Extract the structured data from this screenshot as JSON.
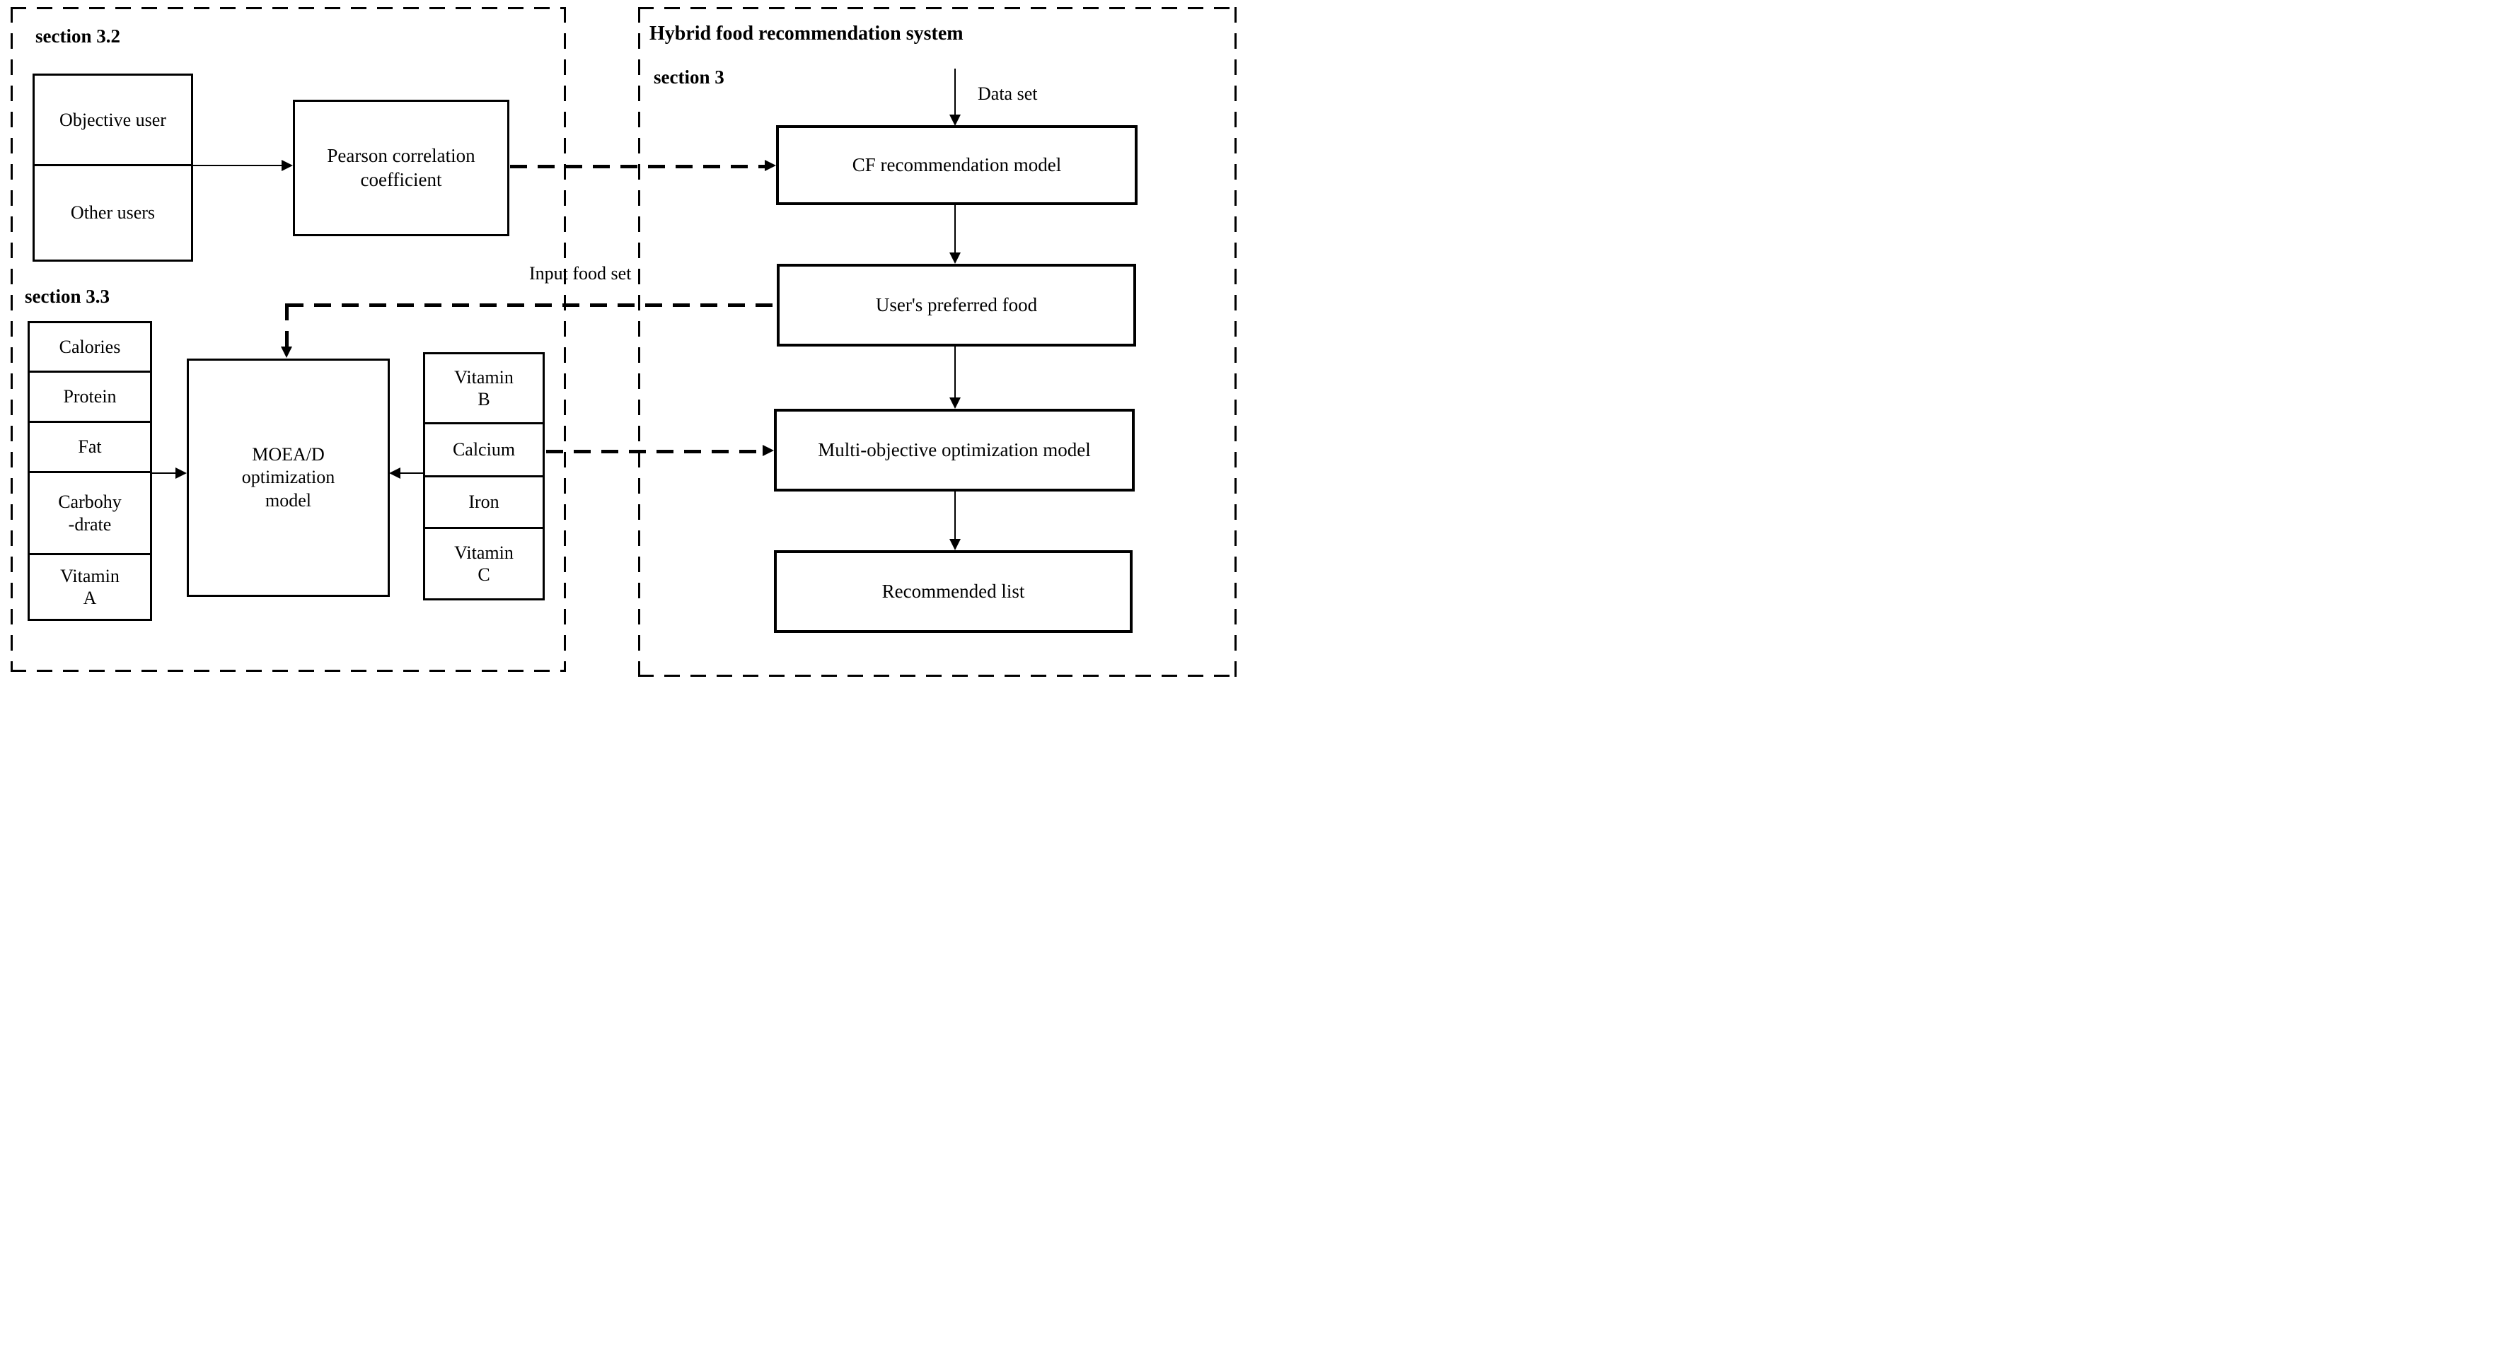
{
  "figure": {
    "left_panel": {
      "section_label_top": "section 3.2",
      "section_label_bottom": "section 3.3",
      "user_stack": {
        "top": "Objective user",
        "bottom": "Other users"
      },
      "pearson_box": "Pearson correlation\ncoefficient",
      "nutrients_left": [
        "Calories",
        "Protein",
        "Fat",
        "Carbohy\n-drate",
        "Vitamin\nA"
      ],
      "moead_box": "MOEA/D\noptimization\nmodel",
      "nutrients_right": [
        "Vitamin\nB",
        "Calcium",
        "Iron",
        "Vitamin\nC"
      ]
    },
    "right_panel": {
      "title": "Hybrid food recommendation system",
      "section_label": "section 3",
      "data_set_label": "Data set",
      "cf_box": "CF recommendation model",
      "preferred_box": "User's preferred food",
      "multi_objective_box": "Multi-objective optimization model",
      "recommended_box": "Recommended list"
    },
    "labels": {
      "input_food_set": "Input food set"
    },
    "colors": {
      "line": "#000000",
      "background": "#ffffff",
      "text": "#000000"
    }
  }
}
